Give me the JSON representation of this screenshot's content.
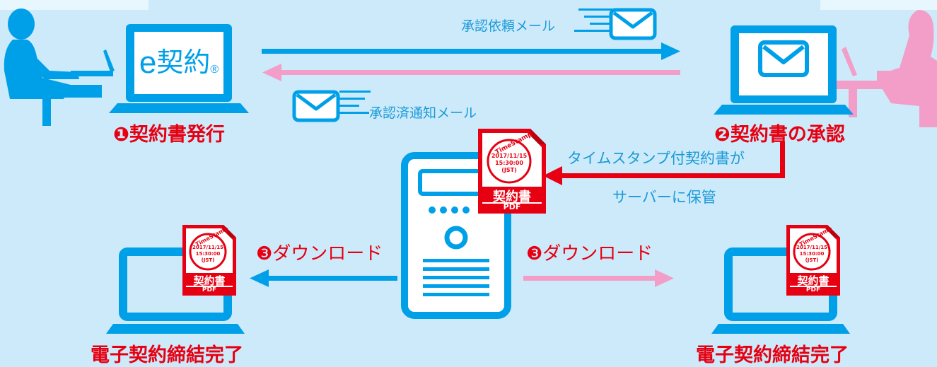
{
  "colors": {
    "background": "#cdeafa",
    "blue": "#00a0e9",
    "pink": "#f29ec8",
    "red": "#e60012",
    "dark_blue_arrow": "#1a9ad8"
  },
  "sender": {
    "logo_e": "e",
    "logo_text": "契約",
    "logo_mark": "®",
    "step_label": "❶契約書発行"
  },
  "approver": {
    "step_label": "❷契約書の承認"
  },
  "mail_request": {
    "label": "承認依頼メール",
    "icon": "envelope-icon"
  },
  "mail_done": {
    "label": "承認済通知メール",
    "icon": "envelope-icon"
  },
  "timestamp_note": {
    "line1": "タイムスタンプ付契約書が",
    "line2": "サーバーに保管"
  },
  "stamp": {
    "arc_text": "TimeStamp",
    "date": "2017/11/15",
    "time": "15:30:00",
    "zone": "(JST)",
    "title": "契約書",
    "format": "PDF"
  },
  "download_left": "❸ダウンロード",
  "download_right": "❸ダウンロード",
  "complete_left": "電子契約締結完了",
  "complete_right": "電子契約締結完了"
}
